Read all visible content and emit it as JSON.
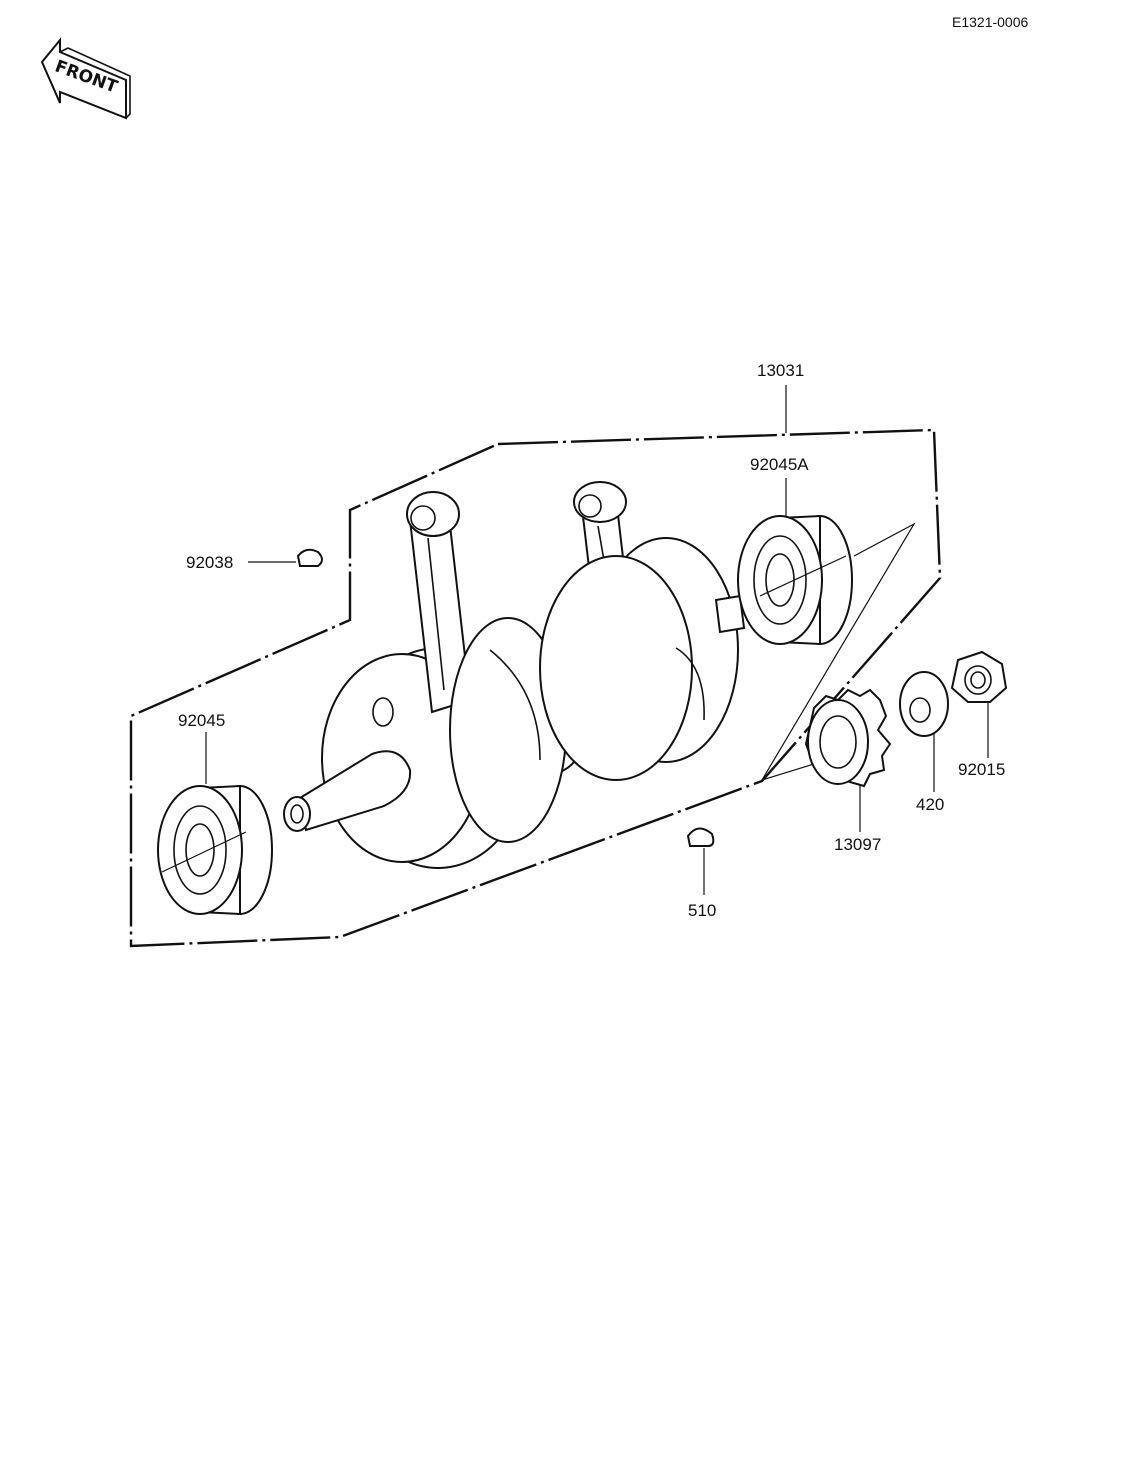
{
  "diagram_ref": "E1321-0006",
  "front_label": "FRONT",
  "parts": {
    "p13031": "13031",
    "p92045A": "92045A",
    "p92038": "92038",
    "p92045": "92045",
    "p92015": "92015",
    "p420": "420",
    "p13097": "13097",
    "p510": "510"
  }
}
